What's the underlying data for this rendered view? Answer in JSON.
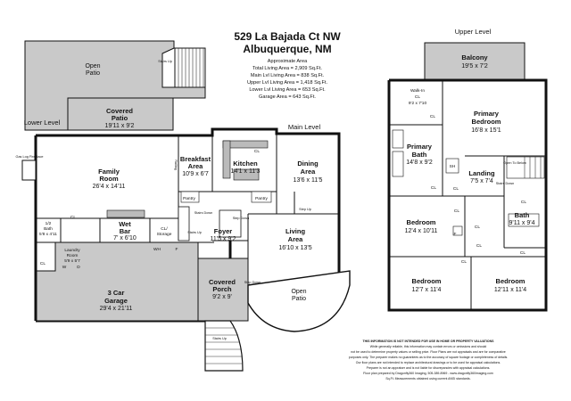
{
  "header": {
    "address_line1": "529 La Bajada Ct NW",
    "address_line2": "Albuquerque, NM",
    "approx_title": "Approximate Area",
    "stats": [
      "Total Living Area = 2,909 Sq.Ft.",
      "Main Lvl Living Area = 838 Sq.Ft.",
      "Upper Lvl Living Area = 1,418 Sq.Ft.",
      "Lower Lvl Living Area = 653 Sq.Ft.",
      "Garage Area = 643 Sq.Ft."
    ]
  },
  "levels": {
    "lower": "Lower Level",
    "main": "Main Level",
    "upper": "Upper Level"
  },
  "main_rooms": {
    "open_patio_top": {
      "name": "Open",
      "name2": "Patio"
    },
    "covered_patio": {
      "name": "Covered",
      "name2": "Patio",
      "dim": "19'11 x 9'2"
    },
    "family": {
      "name": "Family",
      "name2": "Room",
      "dim": "26'4 x 14'11"
    },
    "breakfast": {
      "name": "Breakfast",
      "name2": "Area",
      "dim": "10'9 x 6'7"
    },
    "kitchen": {
      "name": "Kitchen",
      "dim": "14'1 x 11'3"
    },
    "dining": {
      "name": "Dining",
      "name2": "Area",
      "dim": "13'6 x 11'5"
    },
    "living": {
      "name": "Living",
      "name2": "Area",
      "dim": "16'10 x 13'5"
    },
    "foyer": {
      "name": "Foyer",
      "dim": "11'5 x 9'2"
    },
    "half_bath": {
      "name": "1/2",
      "name2": "Bath",
      "dim": "5'8 x 4'11"
    },
    "wet_bar": {
      "name": "Wet",
      "name2": "Bar",
      "dim": "7' x 6'10"
    },
    "cl_storage": {
      "name": "CL/",
      "name2": "Storage"
    },
    "laundry": {
      "name": "Laundry",
      "name2": "Room",
      "dim": "5'9 x 5'7"
    },
    "garage": {
      "name": "3 Car",
      "name2": "Garage",
      "dim": "29'4 x 21'11"
    },
    "covered_porch": {
      "name": "Covered",
      "name2": "Porch",
      "dim": "9'2 x 9'"
    },
    "open_patio_bottom": {
      "name": "Open",
      "name2": "Patio"
    },
    "pantry1": "Pantry",
    "pantry2": "Pantry",
    "gas_fireplace": "Gas Log Fireplace",
    "railing": "Railing",
    "w": "W",
    "d": "D",
    "cl": "CL",
    "wh": "WH",
    "f": "F"
  },
  "upper_rooms": {
    "balcony": {
      "name": "Balcony",
      "dim": "19'5 x 7'2"
    },
    "walkin": {
      "name": "Walk-In",
      "name2": "CL",
      "dim": "9'2 x 7'10"
    },
    "primary_bed": {
      "name": "Primary",
      "name2": "Bedroom",
      "dim": "16'8 x 15'1"
    },
    "primary_bath": {
      "name": "Primary",
      "name2": "Bath",
      "dim": "14'8 x 9'2"
    },
    "sh": "SH",
    "landing": {
      "name": "Landing",
      "dim": "7'5 x 7'4"
    },
    "bedroom1": {
      "name": "Bedroom",
      "dim": "12'4 x 10'11"
    },
    "bath": {
      "name": "Bath",
      "dim": "9'11 x 9'4"
    },
    "bedroom2": {
      "name": "Bedroom",
      "dim": "12'7 x 11'4"
    },
    "bedroom3": {
      "name": "Bedroom",
      "dim": "12'11 x 11'4"
    },
    "open_to_below": "Open To Below",
    "railing": "Railing"
  },
  "stairs": {
    "up": "Stairs Up",
    "down": "Stairs Down",
    "step_up": "Step Up",
    "step_down": "Step Down"
  },
  "disclaimer": {
    "title": "THIS INFORMATION IS NOT INTENDED FOR USE IN HOME OR PROPERTY VALUATIONS",
    "lines": [
      "While generally reliable, this information may contain errors or omissions and should",
      "not be used to determine property values or selling price. Floor Plans are not appraisals and are for comparative",
      "purposes only. The preparer makes no guarantees as to the accuracy of square footage or completeness of details.",
      "Our floor plans are not intended to replace architectural drawings or to be used for appraisal calculations.",
      "Preparer is not an appraiser and is not liable for discrepancies with appraisal calculations.",
      "Floor plan prepared by Dragonfly360 Imaging, 505-389-8969 - www.dragonfly360imaging.com",
      "Sq.Ft. Measurements obtained using current ANSI standards."
    ]
  }
}
